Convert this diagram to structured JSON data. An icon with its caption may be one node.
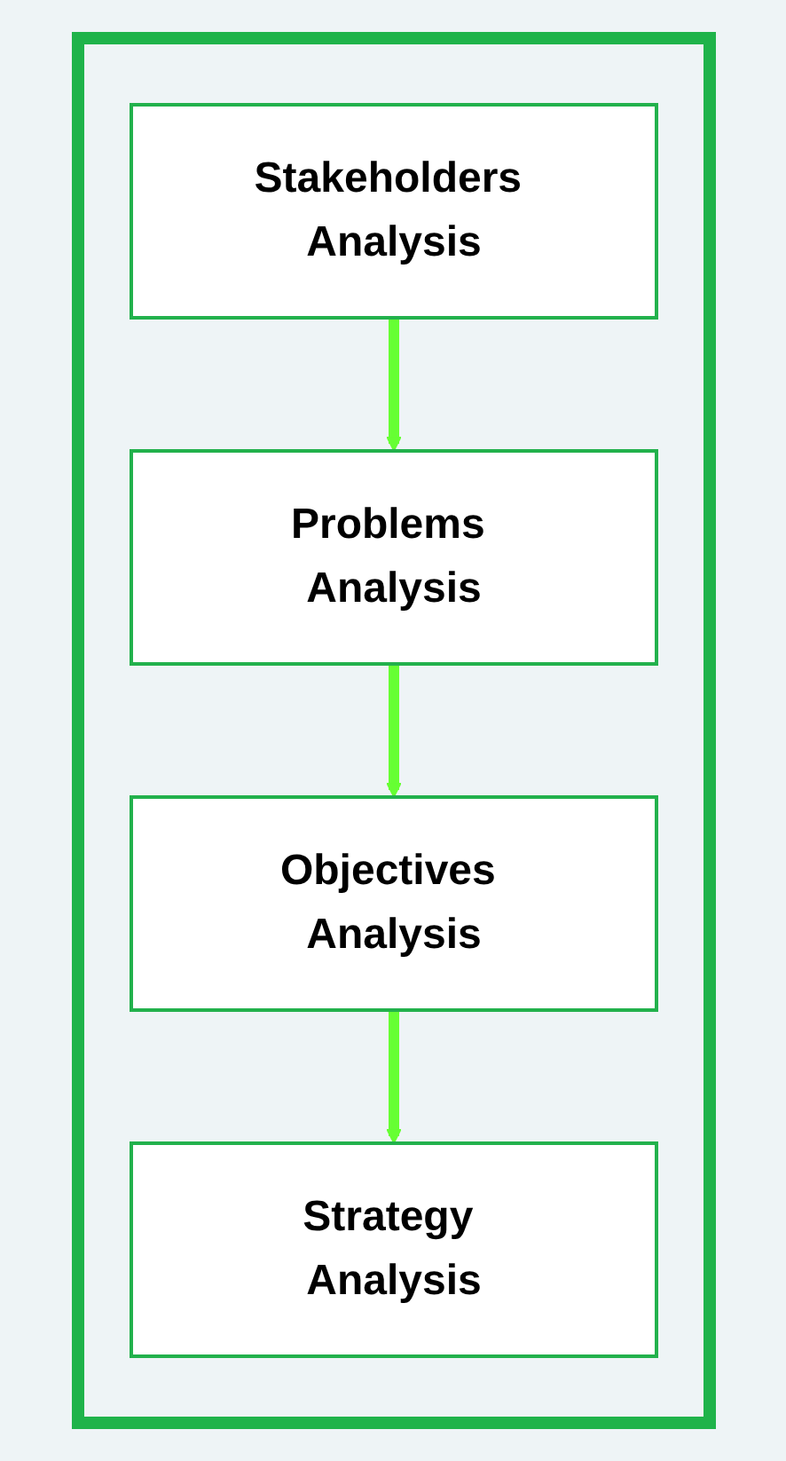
{
  "diagram": {
    "nodes": [
      {
        "text": [],
        "shape": "box"
      },
      {
        "text": [
          "Stakeholders Analysis"
        ],
        "in": 0
      },
      {
        "text": [
          "Problems Analysis"
        ],
        "in": 0
      },
      {
        "text": [
          "Objectives Analysis"
        ],
        "in": 0
      },
      {
        "text": [
          "Strategy Analysis"
        ],
        "in": 0
      }
    ],
    "edges": [
      {
        "from": 1,
        "to": 2,
        "arrow": "to"
      },
      {
        "from": 2,
        "to": 3,
        "arrow": "to"
      },
      {
        "from": 3,
        "to": 4,
        "arrow": "to"
      }
    ]
  }
}
